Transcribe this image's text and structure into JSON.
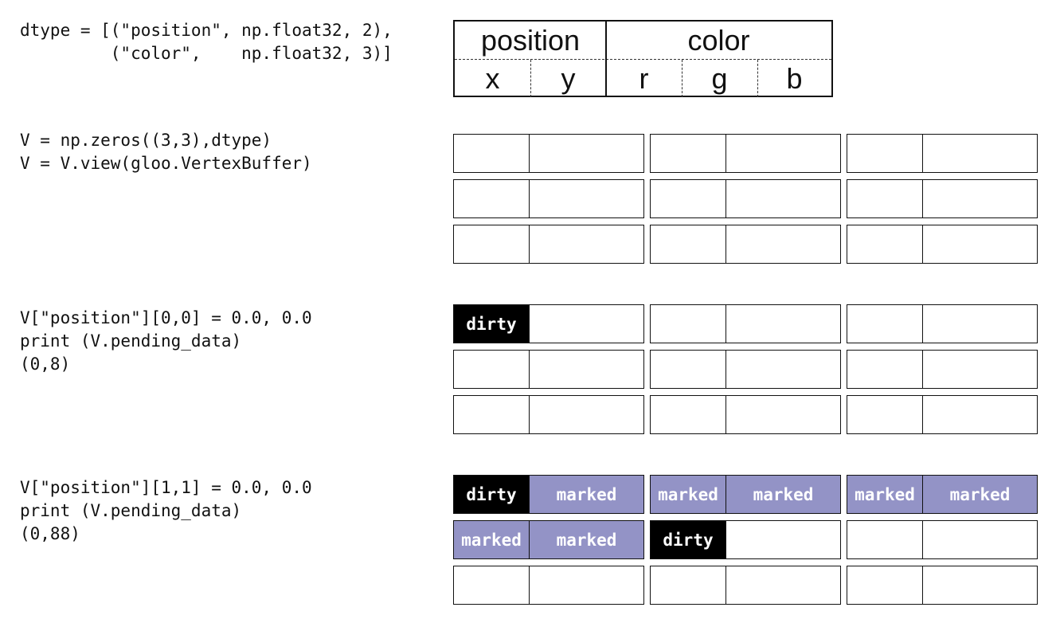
{
  "code": {
    "dtype_line1": "dtype = [(\"position\", np.float32, 2),",
    "dtype_line2": "         (\"color\",    np.float32, 3)]",
    "zeros_line1": "V = np.zeros((3,3),dtype)",
    "zeros_line2": "V = V.view(gloo.VertexBuffer)",
    "set00_line1": "V[\"position\"][0,0] = 0.0, 0.0",
    "set00_line2": "print (V.pending_data)",
    "set00_line3": "(0,8)",
    "set11_line1": "V[\"position\"][1,1] = 0.0, 0.0",
    "set11_line2": "print (V.pending_data)",
    "set11_line3": "(0,88)"
  },
  "dtype_table": {
    "fields": [
      "position",
      "color"
    ],
    "subfields": [
      "x",
      "y",
      "r",
      "g",
      "b"
    ]
  },
  "legend_colors": {
    "dirty": "#000000",
    "marked": "#9393c6",
    "empty": "#ffffff"
  },
  "grids": {
    "zeros": [
      [
        [
          "",
          ""
        ],
        [
          "",
          ""
        ],
        [
          "",
          ""
        ]
      ],
      [
        [
          "",
          ""
        ],
        [
          "",
          ""
        ],
        [
          "",
          ""
        ]
      ],
      [
        [
          "",
          ""
        ],
        [
          "",
          ""
        ],
        [
          "",
          ""
        ]
      ]
    ],
    "set00": [
      [
        [
          "dirty",
          ""
        ],
        [
          "",
          ""
        ],
        [
          "",
          ""
        ]
      ],
      [
        [
          "",
          ""
        ],
        [
          "",
          ""
        ],
        [
          "",
          ""
        ]
      ],
      [
        [
          "",
          ""
        ],
        [
          "",
          ""
        ],
        [
          "",
          ""
        ]
      ]
    ],
    "set11": [
      [
        [
          "dirty",
          "marked"
        ],
        [
          "marked",
          "marked"
        ],
        [
          "marked",
          "marked"
        ]
      ],
      [
        [
          "marked",
          "marked"
        ],
        [
          "dirty",
          ""
        ],
        [
          "",
          ""
        ]
      ],
      [
        [
          "",
          ""
        ],
        [
          "",
          ""
        ],
        [
          "",
          ""
        ]
      ]
    ]
  }
}
